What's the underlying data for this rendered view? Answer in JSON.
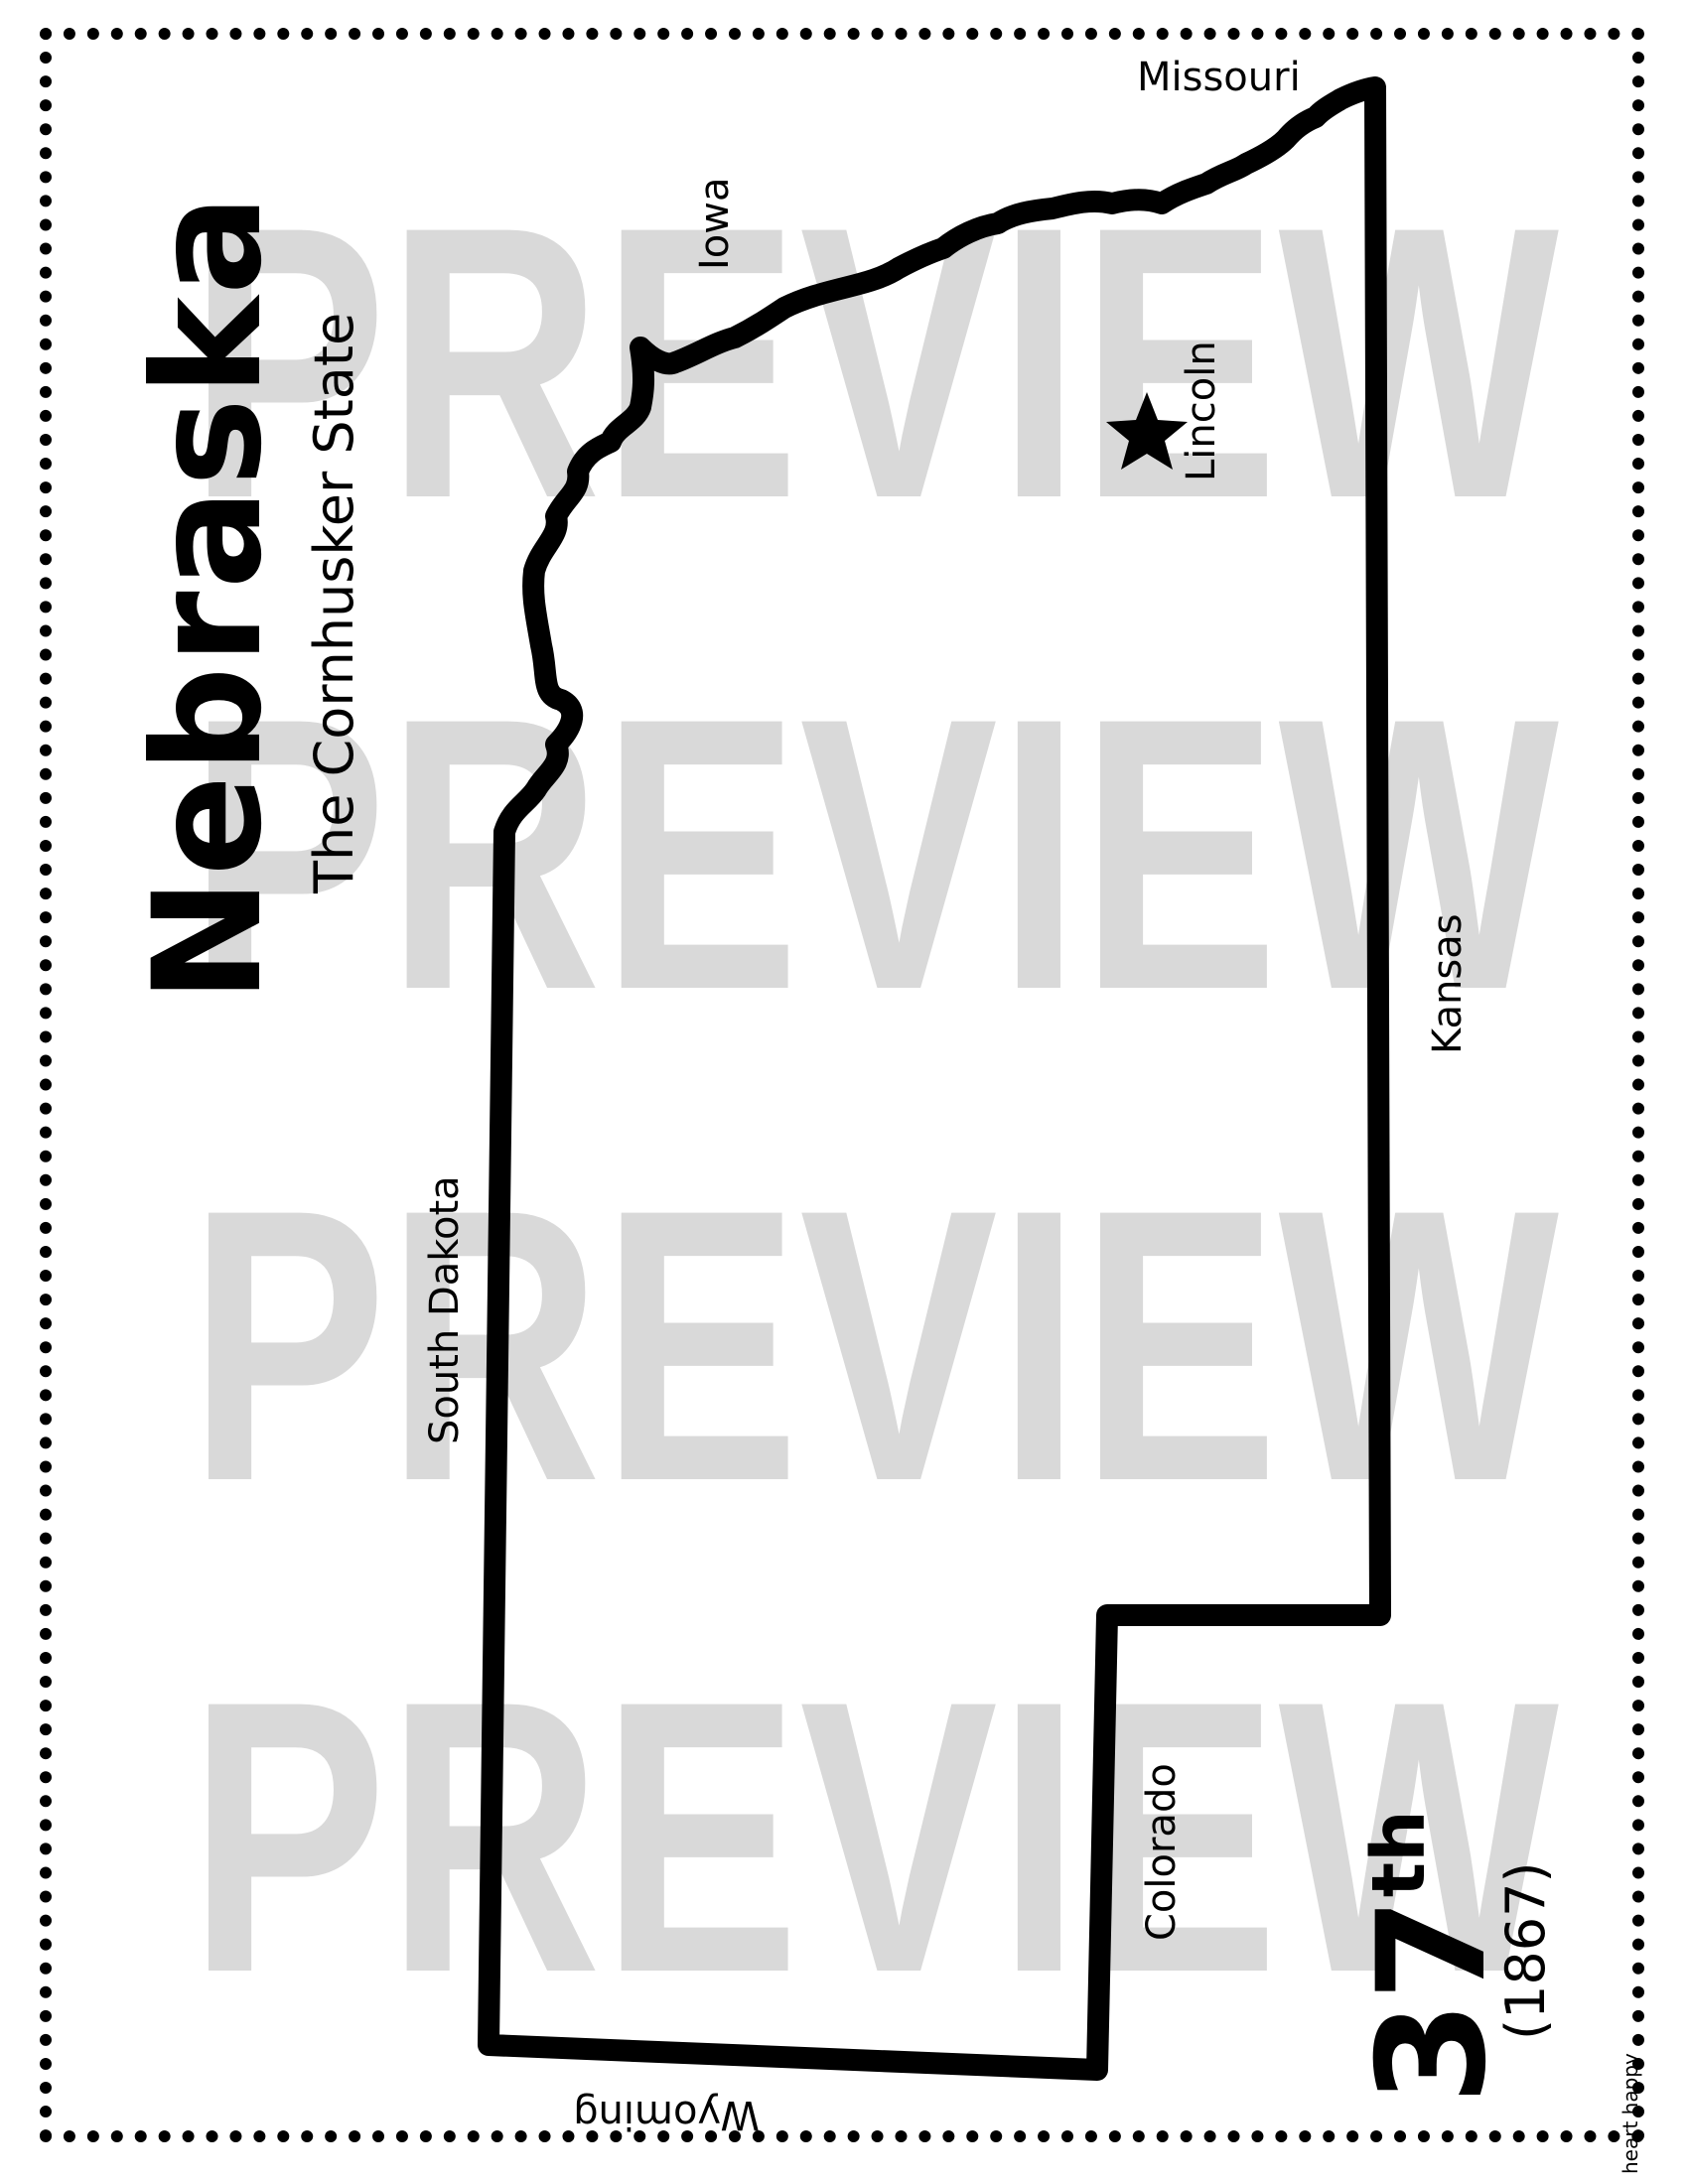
{
  "watermark": {
    "text": "PREVIEW",
    "color": "#d9d9d9",
    "repeat": 4
  },
  "state": {
    "name": "Nebraska",
    "nickname": "The Cornhusker State"
  },
  "statehood": {
    "order": "37",
    "suffix": "th",
    "year": "(1867)"
  },
  "capital": {
    "name": "Lincoln",
    "icon": "star-icon"
  },
  "neighbors": {
    "missouri": "Missouri",
    "iowa": "Iowa",
    "south_dakota": "South Dakota",
    "kansas": "Kansas",
    "colorado": "Colorado",
    "wyoming": "Wyoming"
  },
  "credit": "heart happy",
  "colors": {
    "outline": "#000000",
    "watermark": "#d9d9d9",
    "background": "#ffffff"
  }
}
